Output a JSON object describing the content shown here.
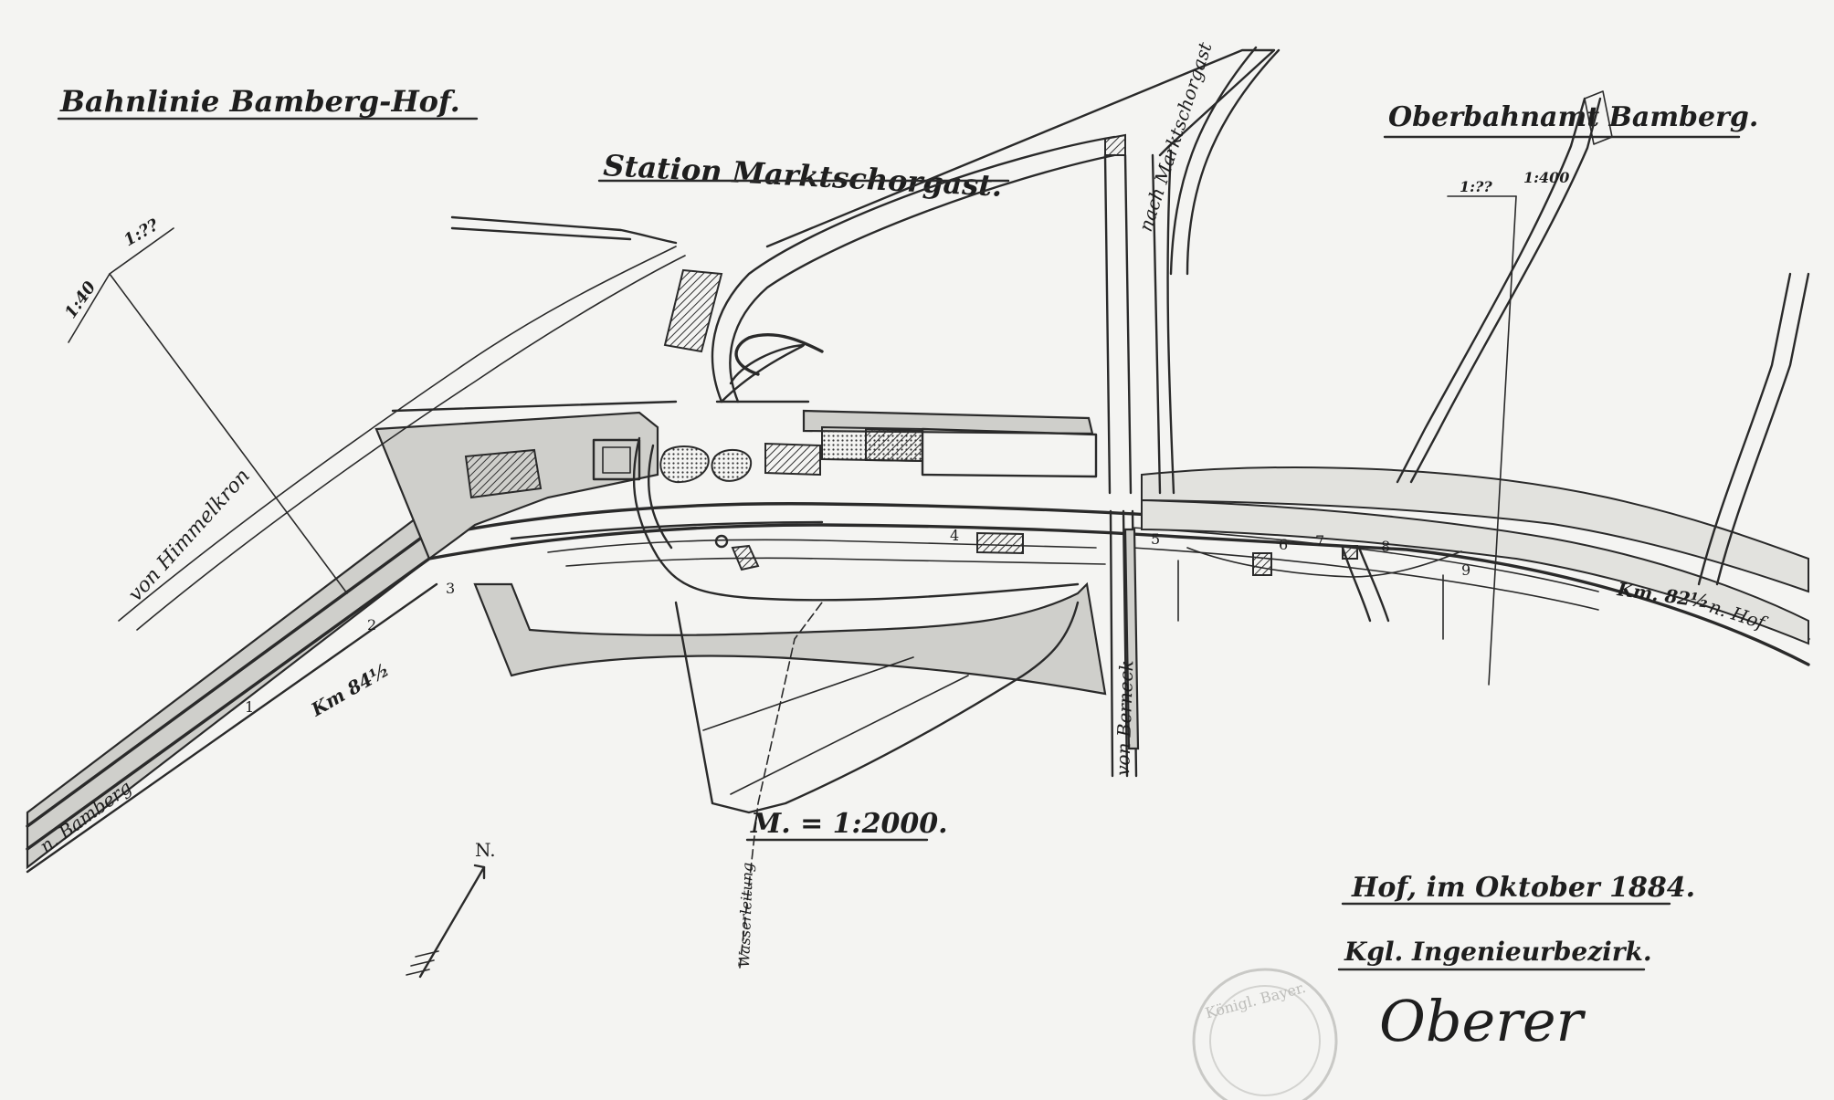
{
  "title": "Bahnlinie Bamberg-Hof.",
  "station": "Station Marktschorgast.",
  "office": "Oberbahnamt Bamberg.",
  "scale_main": "M. = 1:2000.",
  "scale_left_a": "1:40",
  "scale_left_b": "1:??",
  "scale_right_a": "1:??",
  "scale_right_b": "1:400",
  "place_date": "Hof, im Oktober 1884.",
  "authority": "Kgl. Ingenieurbezirk.",
  "signature": "Oberer",
  "labels": {
    "from_himmelkron": "von Himmelkron",
    "to_marktschorgast": "nach Marktschorgast",
    "from_berneck": "von Berneck",
    "water_line": "Wasserleitung",
    "to_bamberg": "n. Bamberg",
    "to_hof": "n. Hof",
    "km_left": "Km 84½",
    "km_right": "Km. 82½",
    "north": "N."
  },
  "markers": [
    "1",
    "2",
    "3",
    "4",
    "5",
    "6",
    "7",
    "8",
    "9"
  ],
  "stamp_text": "Königl. Bayer."
}
